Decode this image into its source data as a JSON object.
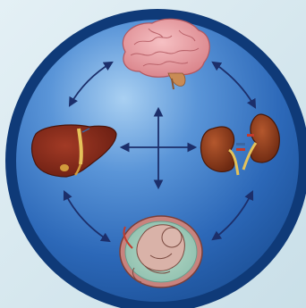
{
  "diagram": {
    "nodes": [
      {
        "id": "brain",
        "icon": "brain-icon"
      },
      {
        "id": "liver",
        "icon": "liver-icon"
      },
      {
        "id": "kidneys",
        "icon": "kidneys-icon"
      },
      {
        "id": "fetus",
        "icon": "fetus-in-womb-icon"
      }
    ],
    "connections": [
      {
        "from": "brain",
        "to": "liver",
        "bidirectional": true
      },
      {
        "from": "brain",
        "to": "kidneys",
        "bidirectional": true
      },
      {
        "from": "liver",
        "to": "fetus",
        "bidirectional": true
      },
      {
        "from": "kidneys",
        "to": "fetus",
        "bidirectional": true
      },
      {
        "from": "brain",
        "to": "fetus",
        "bidirectional": true
      },
      {
        "from": "liver",
        "to": "kidneys",
        "bidirectional": true
      }
    ],
    "colors": {
      "disc_outer": "#0f3a78",
      "disc_inner": "#2f6fc0",
      "disc_highlight": "#9ec8f0",
      "arrow": "#1c2f6b",
      "brain": "#e89a9f",
      "liver": "#8a2b1c",
      "kidney": "#8b3a1d",
      "womb": "#c8837e",
      "fetus": "#d9b2a8"
    }
  }
}
